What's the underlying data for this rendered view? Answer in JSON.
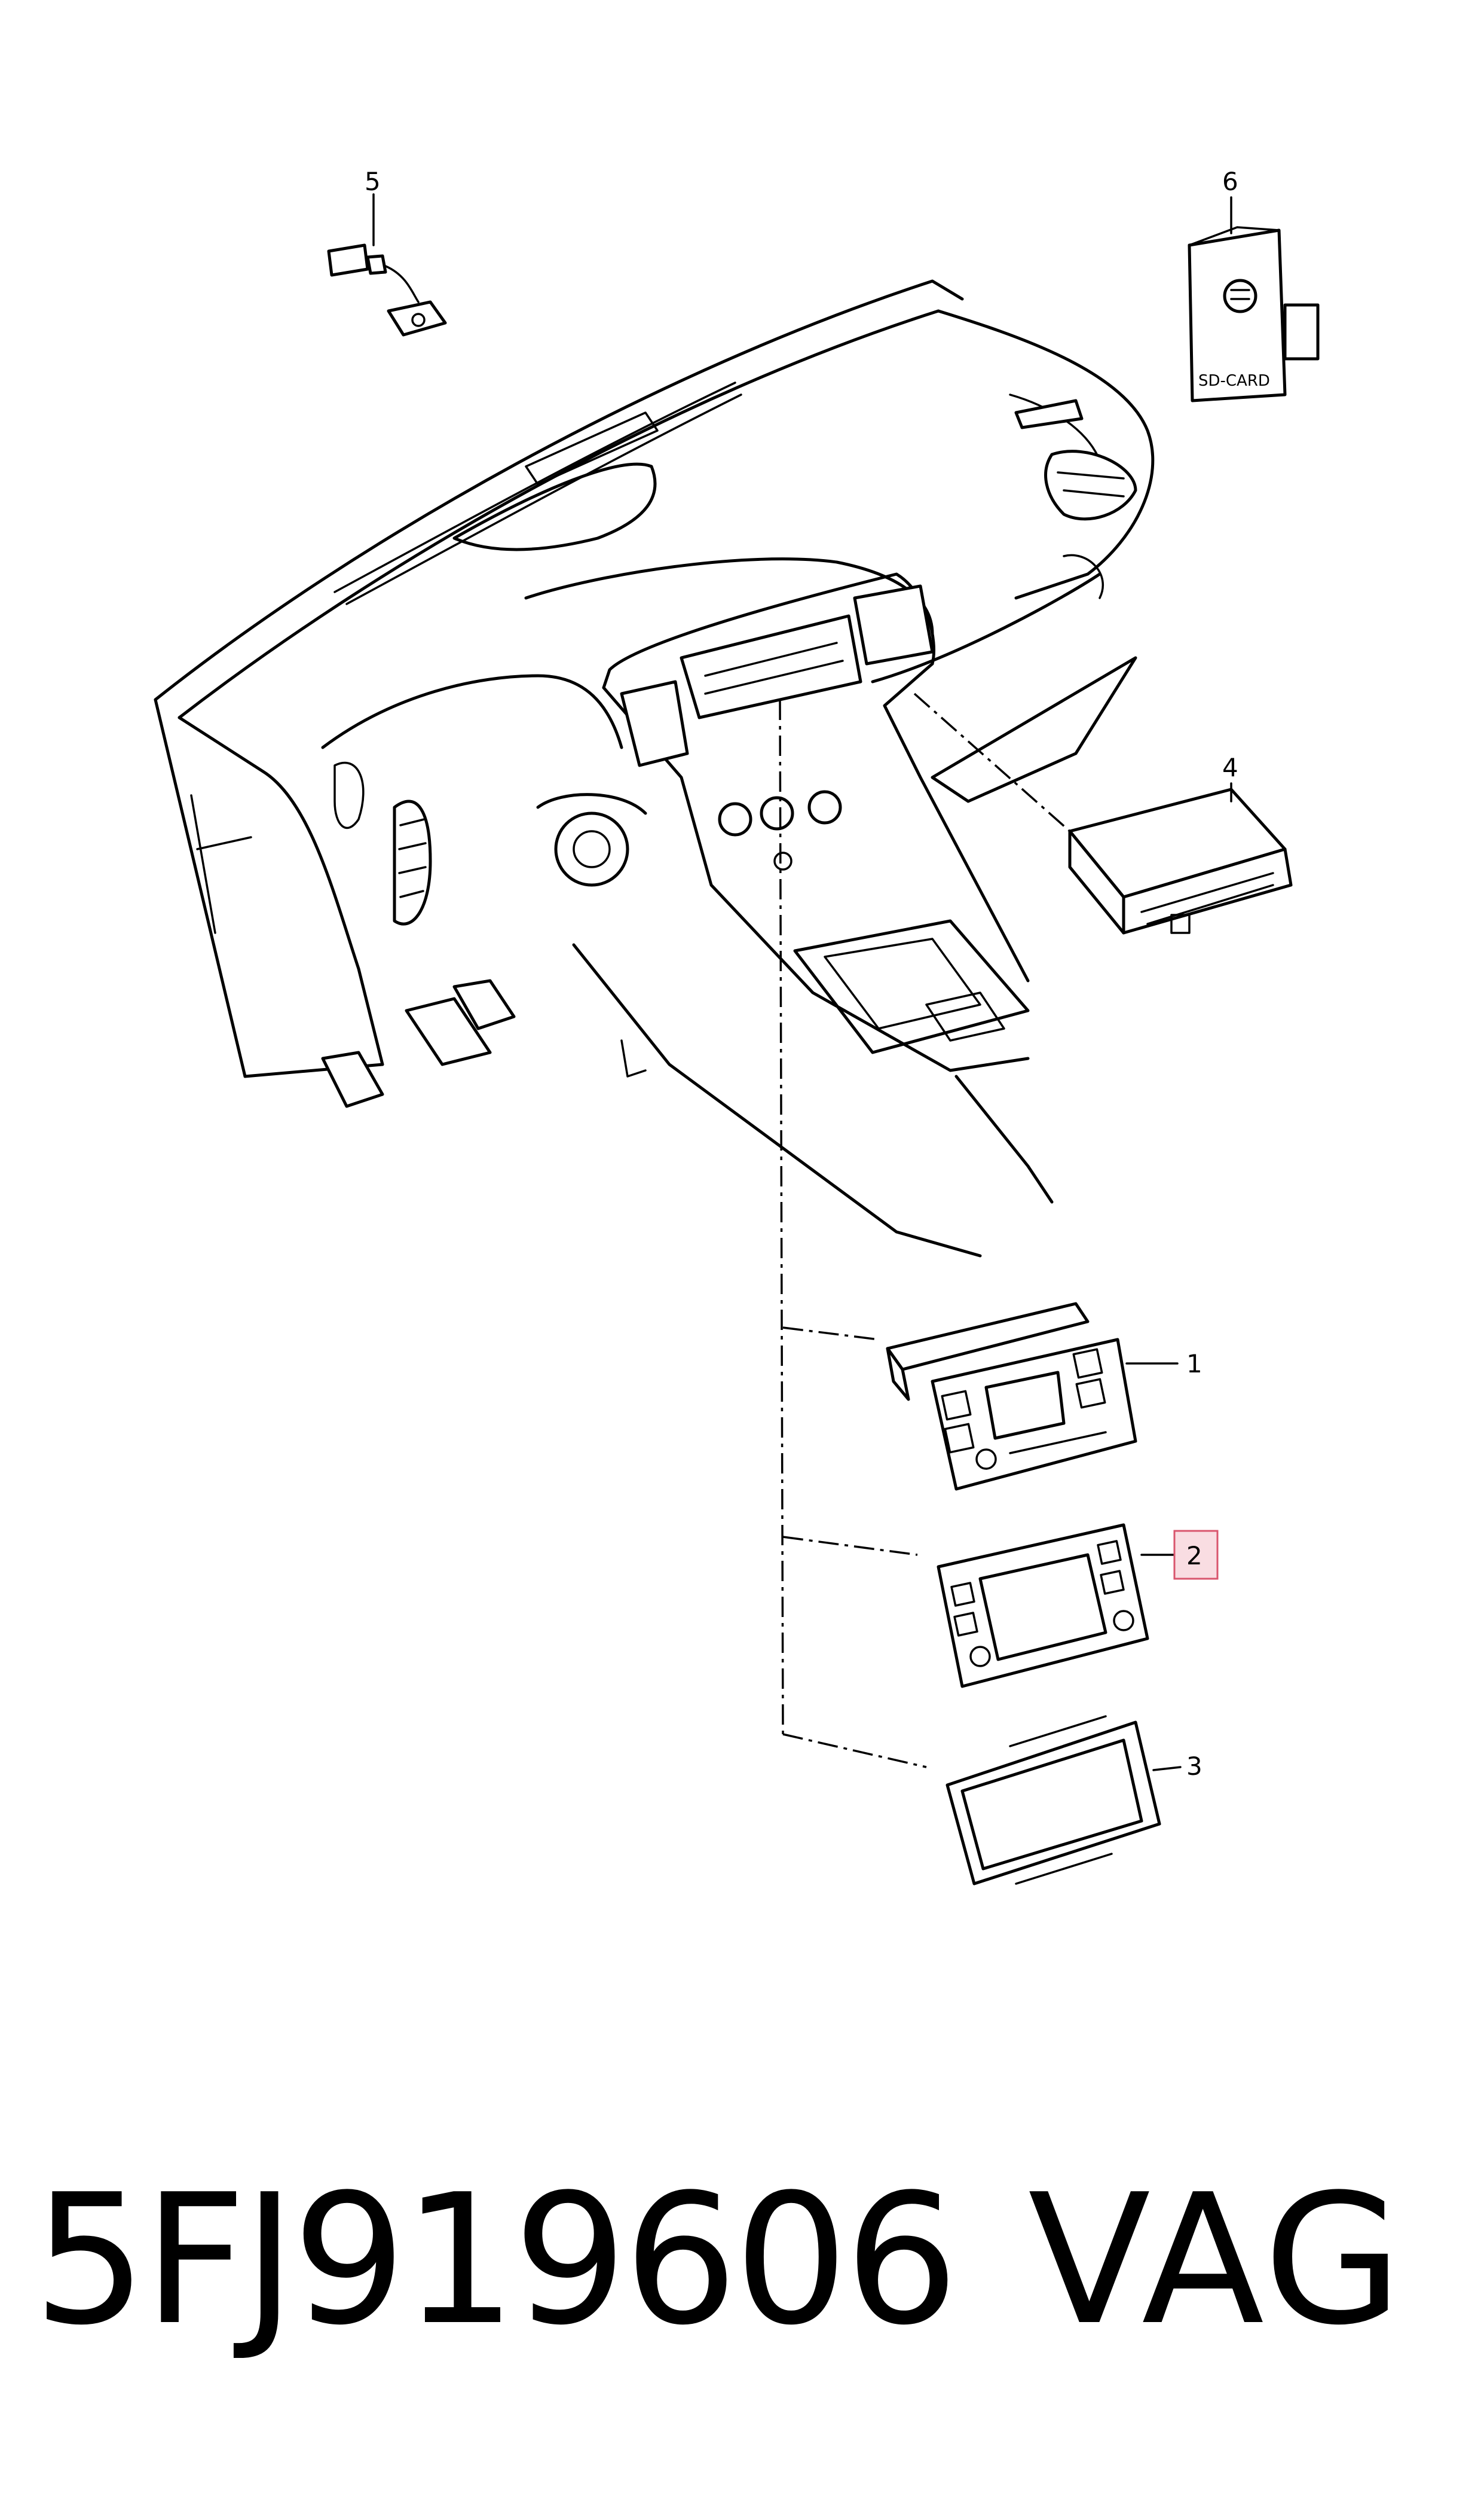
{
  "callouts": [
    {
      "id": "1",
      "label": "1"
    },
    {
      "id": "2",
      "label": "2",
      "highlighted": true
    },
    {
      "id": "3",
      "label": "3"
    },
    {
      "id": "4",
      "label": "4"
    },
    {
      "id": "5",
      "label": "5"
    },
    {
      "id": "6",
      "label": "6"
    }
  ],
  "sd_card_label": "SD-CARD",
  "footer": {
    "part_number": "5FJ919606",
    "brand": "VAG"
  },
  "colors": {
    "highlight_fill": "#f9dde2",
    "highlight_stroke": "#d9566e"
  }
}
